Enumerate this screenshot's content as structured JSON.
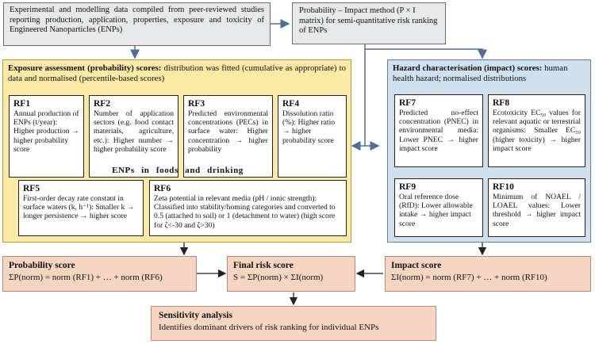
{
  "source": {
    "text": "Experimental and modelling data compiled from peer-reviewed studies reporting production, application, properties, exposure and toxicity of Engineered Nanoparticles (ENPs)"
  },
  "method": {
    "text": "Probability – Impact method (P × I matrix) for semi-quantitative risk ranking of ENPs"
  },
  "exposure": {
    "title": "Exposure assessment (probability) scores:",
    "desc": " distribution was fitted (cumulative as appropriate) to data and normalised (percentile-based scores)",
    "subheading": "ENPs in foods and drinking",
    "factors": [
      {
        "id": "RF1",
        "text": "Annual production of ENPs (t/year): Higher production → higher probability score"
      },
      {
        "id": "RF2",
        "text": "Number of application sectors (e.g. food contact materials, agriculture, etc.): Higher number → higher probability score"
      },
      {
        "id": "RF3",
        "text": "Predicted environmental concentrations (PECs) in surface water: Higher concentration → higher probability"
      },
      {
        "id": "RF4",
        "text": "Dissolution ratio (%): Higher ratio → higher probability score"
      },
      {
        "id": "RF5",
        "text": "First-order decay rate constant in surface waters (k, h⁻¹): Smaller k → longer persistence → higher score"
      },
      {
        "id": "RF6",
        "text": "Zeta potential in relevant media (pH / ionic strength): Classified into stability/homing categories and converted to 0.5 (attached to soil) or 1 (detachment to water) (high score for ζ<-30 and ζ>30)"
      }
    ]
  },
  "hazard": {
    "title": "Hazard characterisation (impact) scores:",
    "desc": " human health hazard; normalised distributions",
    "factors": [
      {
        "id": "RF7",
        "text": "Predicted no-effect concentration (PNEC) in environmental media: Lower PNEC → higher impact score"
      },
      {
        "id": "RF8",
        "text": "Ecotoxicity EC₅₀ values for relevant aquatic or terrestrial organisms: Smaller EC₅₀ (higher toxicity) → higher impact score"
      },
      {
        "id": "RF9",
        "text": "Oral reference dose (RfD): Lower allowable intake → higher impact score"
      },
      {
        "id": "RF10",
        "text": "Minimum of NOAEL / LOAEL values: Lower threshold → higher impact score"
      }
    ]
  },
  "probability_score": {
    "title": "Probability score",
    "formula": "ΣP(norm) = norm (RF1) + … + norm (RF6)"
  },
  "final_score": {
    "title": "Final risk score",
    "formula": "S = ΣP(norm) × ΣI(norm)"
  },
  "impact_score": {
    "title": "Impact score",
    "formula": "ΣI(norm) = norm (RF7) + … + norm (RF10)"
  },
  "sensitivity": {
    "title": "Sensitivity analysis",
    "text": "Identifies dominant drivers of risk ranking for individual ENPs"
  },
  "colors": {
    "yellow": "#fbe9a6",
    "blue": "#cfe0ef",
    "peach": "#f6d5c3",
    "grey": "#e7e8e9",
    "arrow": "#5b7fa6"
  }
}
